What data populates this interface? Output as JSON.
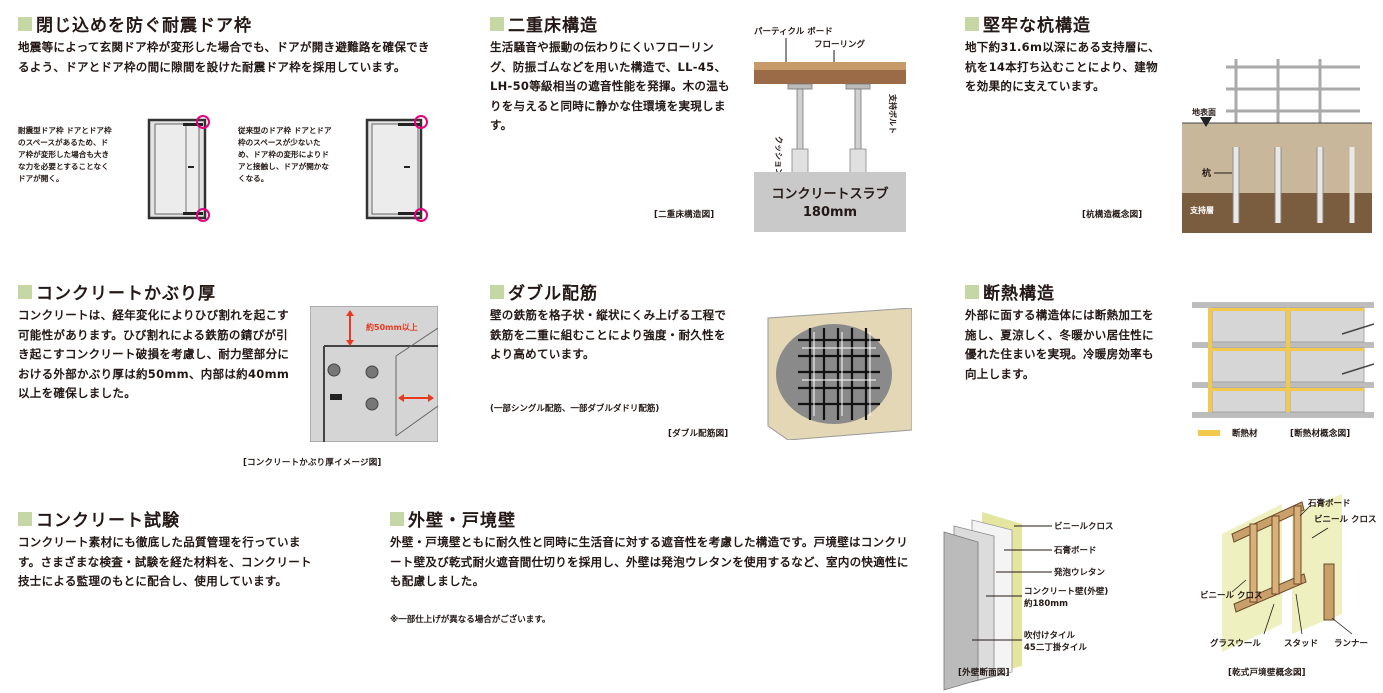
{
  "s1": {
    "title": "閉じ込めを防ぐ耐震ドア枠",
    "body": "地震等によって玄関ドア枠が変形した場合でも、ドアが開き避難路を確保できるよう、ドアとドア枠の間に隙間を設けた耐震ドア枠を採用しています。",
    "left_text": "耐震型ドア枠 ドアとドア枠のスペースがあるため、ドア枠が変形した場合も大きな力を必要とすることなくドアが開く。",
    "right_text": "従来型のドア枠 ドアとドア枠のスペースが少ないため、ドア枠の変形によりドアと接触し、ドアが開かなくなる。"
  },
  "s2": {
    "title": "二重床構造",
    "body": "生活騒音や振動の伝わりにくいフローリング、防振ゴムなどを用いた構造で、LL-45、LH-50等級相当の遮音性能を発揮。木の温もりを与えると同時に静かな住環境を実現します。",
    "caption": "[二重床構造図]",
    "label_board": "パーティクル ボード",
    "label_flooring": "フローリング",
    "label_cushion": "クッションゴム",
    "label_bolt": "支持ボルト",
    "label_slab": "コンクリートスラブ",
    "label_slab_mm": "180mm"
  },
  "s3": {
    "title": "堅牢な杭構造",
    "body": "地下約31.6m以深にある支持層に、杭を14本打ち込むことにより、建物を効果的に支えています。",
    "caption": "[杭構造概念図]",
    "label_ground": "地表面",
    "label_pile": "杭",
    "label_layer": "支持層"
  },
  "s4": {
    "title": "コンクリートかぶり厚",
    "body": "コンクリートは、経年変化によりひび割れを起こす可能性があります。ひび割れによる鉄筋の錆びが引き起こすコンクリート破損を考慮し、耐力壁部分における外部かぶり厚は約50mm、内部は約40mm以上を確保しました。",
    "caption": "[コンクリートかぶり厚イメージ図]",
    "label_50": "約50mm以上"
  },
  "s5": {
    "title": "ダブル配筋",
    "body": "壁の鉄筋を格子状・縦状にくみ上げる工程で鉄筋を二重に組むことにより強度・耐久性をより高めています。",
    "note": "(一部シングル配筋、一部ダブルダドリ配筋)",
    "caption": "[ダブル配筋図]"
  },
  "s6": {
    "title": "断熱構造",
    "body": "外部に面する構造体には断熱加工を施し、夏涼しく、冬暖かい居住性に優れた住まいを実現。冷暖房効率も向上します。",
    "legend": "断熱材",
    "caption": "[断熱材概念図]"
  },
  "s7": {
    "title": "コンクリート試験",
    "body": "コンクリート素材にも徹底した品質管理を行っています。さまざまな検査・試験を経た材料を、コンクリート技士による監理のもとに配合し、使用しています。"
  },
  "s8": {
    "title": "外壁・戸境壁",
    "body": "外壁・戸境壁ともに耐久性と同時に生活音に対する遮音性を考慮した構造です。戸境壁はコンクリート壁及び乾式耐火遮音間仕切りを採用し、外壁は発泡ウレタンを使用するなど、室内の快適性にも配慮しました。",
    "note": "※一部仕上げが異なる場合がございます。",
    "left_caption": "[外壁断面図]",
    "right_caption": "[乾式戸境壁概念図]",
    "l_cloth": "ビニールクロス",
    "l_board": "石膏ボード",
    "l_urethane": "発泡ウレタン",
    "l_concrete": "コンクリート壁(外壁)",
    "l_concrete_mm": "約180mm",
    "l_tile": "吹付けタイル",
    "l_tile2": "45二丁掛タイル",
    "r_board": "石膏ボード",
    "r_cloth": "ビニール クロス",
    "r_cloth2": "ビニール クロス",
    "r_glasswool": "グラスウール",
    "r_stud": "スタッド",
    "r_runner": "ランナー"
  }
}
